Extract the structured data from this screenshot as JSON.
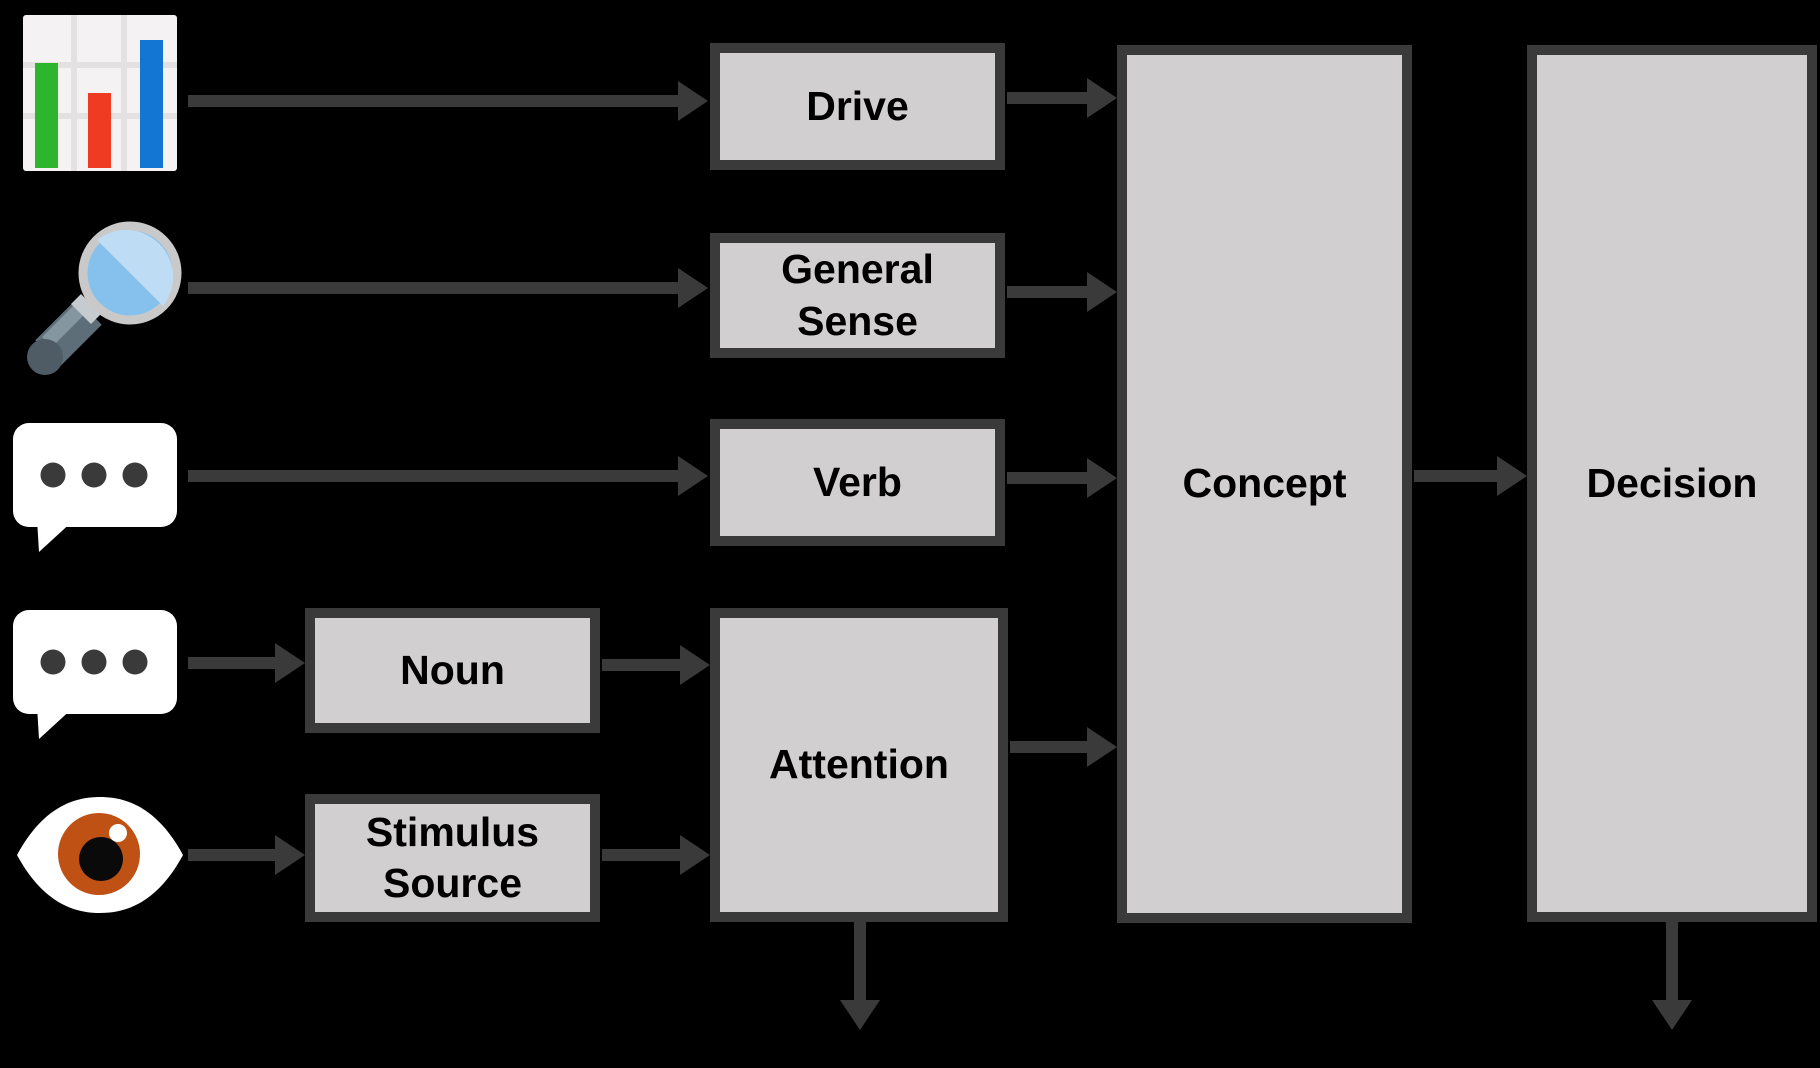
{
  "diagram": {
    "title": "",
    "nodes": {
      "drive": {
        "label": "Drive"
      },
      "general_sense": {
        "label": "General Sense"
      },
      "verb": {
        "label": "Verb"
      },
      "noun": {
        "label": "Noun"
      },
      "stimulus_source": {
        "label": "Stimulus Source"
      },
      "attention": {
        "label": "Attention"
      },
      "concept": {
        "label": "Concept"
      },
      "decision": {
        "label": "Decision"
      }
    },
    "icons": [
      {
        "name": "bar-chart-icon"
      },
      {
        "name": "magnifier-icon"
      },
      {
        "name": "speech-bubble-icon"
      },
      {
        "name": "speech-bubble-icon-2"
      },
      {
        "name": "eye-icon"
      }
    ],
    "edges": [
      {
        "from": "bar-chart-icon",
        "to": "Drive"
      },
      {
        "from": "magnifier-icon",
        "to": "General Sense"
      },
      {
        "from": "speech-bubble-icon",
        "to": "Verb"
      },
      {
        "from": "speech-bubble-icon-2",
        "to": "Noun"
      },
      {
        "from": "eye-icon",
        "to": "Stimulus Source"
      },
      {
        "from": "Noun",
        "to": "Attention"
      },
      {
        "from": "Stimulus Source",
        "to": "Attention"
      },
      {
        "from": "Drive",
        "to": "Concept"
      },
      {
        "from": "General Sense",
        "to": "Concept"
      },
      {
        "from": "Verb",
        "to": "Concept"
      },
      {
        "from": "Attention",
        "to": "Concept"
      },
      {
        "from": "Concept",
        "to": "Decision"
      },
      {
        "from": "Attention",
        "direction": "down"
      },
      {
        "from": "Decision",
        "direction": "down"
      }
    ],
    "colors": {
      "background": "#000000",
      "node_fill": "#d1cfd0",
      "node_border": "#3a3a3a",
      "arrow": "#3a3a3a",
      "text": "#000000",
      "bar_chart_green": "#2db52d",
      "bar_chart_red": "#ee3b22",
      "bar_chart_blue": "#1276d2",
      "magnifier_lens": "#86c0ed",
      "magnifier_handle": "#5d6e78",
      "eye_iris": "#c05115"
    }
  }
}
